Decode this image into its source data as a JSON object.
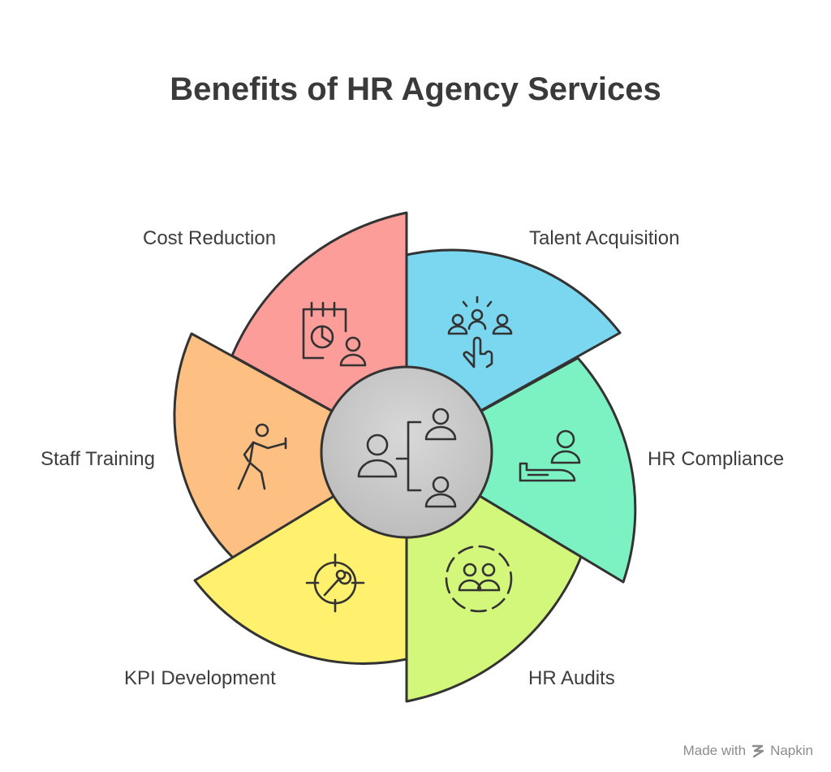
{
  "title": "Benefits of HR Agency Services",
  "segments": [
    {
      "label": "Talent Acquisition",
      "color": "#7ad7ef",
      "icon": "talent-selection-icon"
    },
    {
      "label": "HR Compliance",
      "color": "#7cf2c2",
      "icon": "employee-support-icon"
    },
    {
      "label": "HR Audits",
      "color": "#d3f77a",
      "icon": "team-audit-icon"
    },
    {
      "label": "KPI Development",
      "color": "#fff06e",
      "icon": "target-gauge-icon"
    },
    {
      "label": "Staff Training",
      "color": "#fdbf82",
      "icon": "exercise-figure-icon"
    },
    {
      "label": "Cost Reduction",
      "color": "#fd9d9a",
      "icon": "calendar-chart-user-icon"
    }
  ],
  "center": {
    "color": "#c9c9c9",
    "icon": "org-hierarchy-icon"
  },
  "credit": {
    "prefix": "Made with",
    "brand": "Napkin"
  }
}
